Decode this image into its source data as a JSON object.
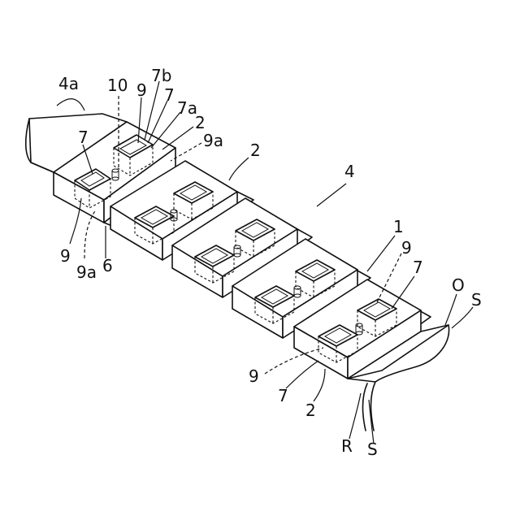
{
  "labels": {
    "l_4a": "4a",
    "l_10": "10",
    "l_9_top": "9",
    "l_7b": "7b",
    "l_7_top": "7",
    "l_7a": "7a",
    "l_2_top": "2",
    "l_9a_top": "9a",
    "l_7_left": "7",
    "l_2_mid": "2",
    "l_4": "4",
    "l_9_left": "9",
    "l_9a_left": "9a",
    "l_6": "6",
    "l_1": "1",
    "l_9_right": "9",
    "l_7_right": "7",
    "l_O": "O",
    "l_S_right": "S",
    "l_9_bottom": "9",
    "l_7_bottom": "7",
    "l_2_bottom": "2",
    "l_R": "R",
    "l_S_bottom": "S"
  }
}
